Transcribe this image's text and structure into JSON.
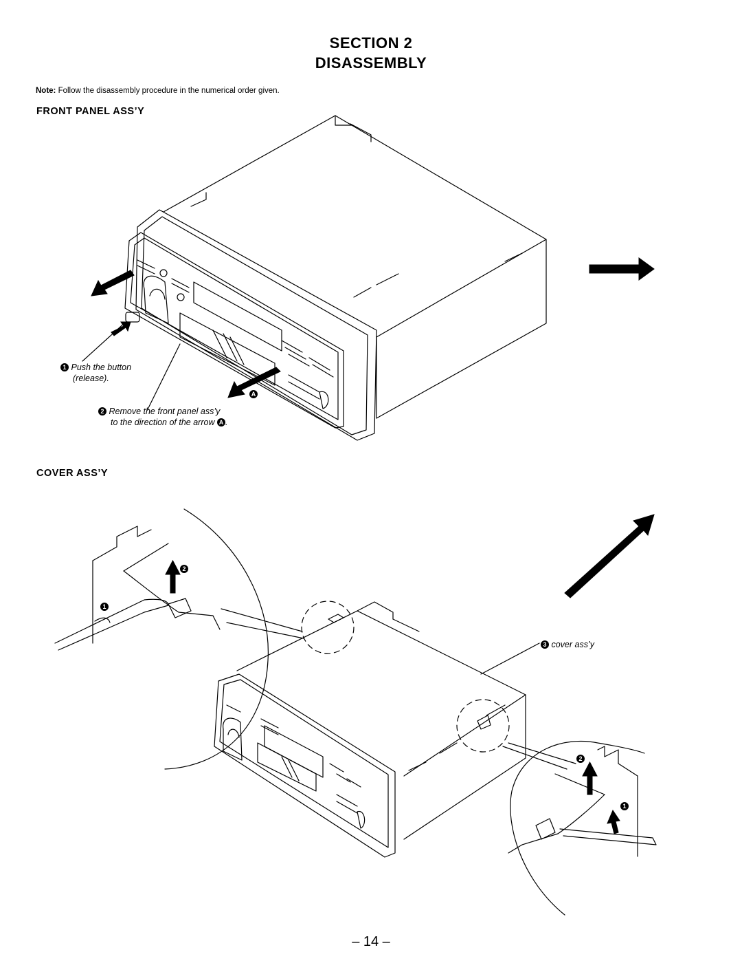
{
  "header": {
    "section": "SECTION  2",
    "title": "DISASSEMBLY"
  },
  "note": {
    "label": "Note:",
    "text": " Follow the disassembly procedure in the numerical order given."
  },
  "front_panel": {
    "heading": "FRONT  PANEL  ASS’Y",
    "step1_num": "1",
    "step1_line1": "Push the button",
    "step1_line2": "(release).",
    "step2_num": "2",
    "step2_line1": "Remove the front panel ass’y",
    "step2_line2": "to the direction of the arrow",
    "marker": "A",
    "marker_suffix": "."
  },
  "cover": {
    "heading": "COVER  ASS’Y",
    "step3_num": "3",
    "step3_label": "cover ass’y",
    "detail_left": {
      "step1_num": "1",
      "step2_num": "2"
    },
    "detail_right": {
      "step1_num": "1",
      "step2_num": "2"
    }
  },
  "page_number": "– 14 –",
  "colors": {
    "ink": "#000000",
    "paper": "#ffffff"
  }
}
